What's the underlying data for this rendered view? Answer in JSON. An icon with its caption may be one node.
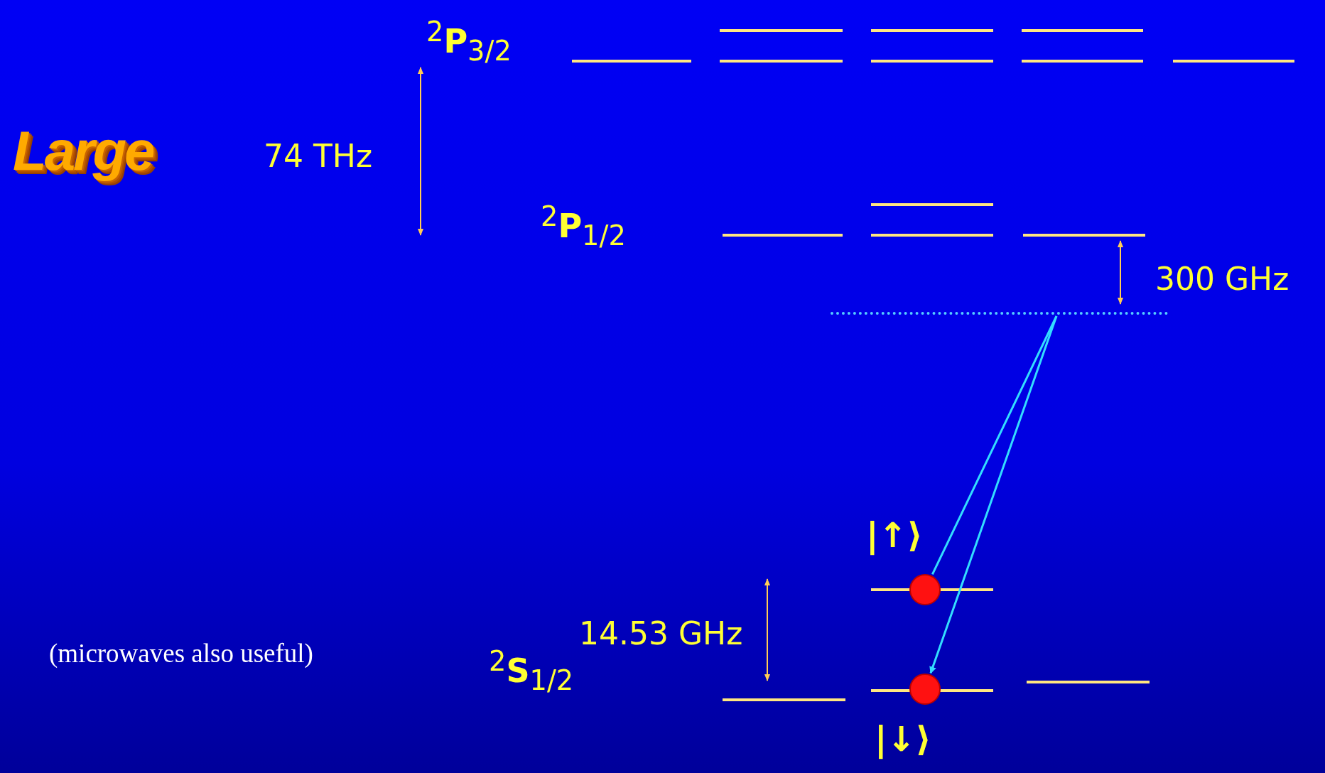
{
  "diagram": {
    "nodes": [
      {
        "text": [],
        "shape": "bar"
      },
      {
        "text": [],
        "shape": "circle"
      },
      {
        "text": [],
        "shape": "circle"
      }
    ],
    "edges": [
      {
        "from": 0,
        "to": 1,
        "arrow": "none"
      },
      {
        "from": 0,
        "to": 2,
        "arrow": "to"
      }
    ],
    "labels": [
      "$^{2}$**P**$_{3/2}$",
      "Large",
      "74 THz",
      "$^{2}$**P**$_{1/2}$",
      "300 GHz",
      "|↑⟩",
      "14.53 GHz",
      "(microwaves also useful)",
      "$^{2}$**S**$_{1/2}$",
      "|↓⟩"
    ]
  }
}
